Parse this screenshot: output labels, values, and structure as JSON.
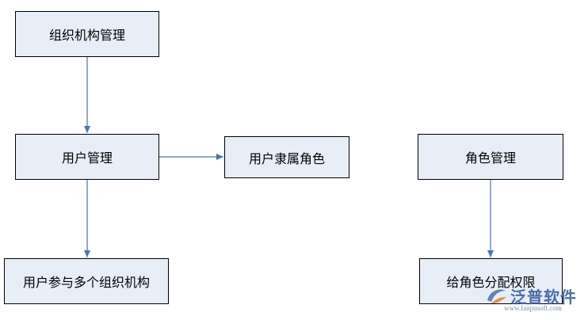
{
  "diagram": {
    "nodes": {
      "org_mgmt": "组织机构管理",
      "user_mgmt": "用户管理",
      "user_role": "用户隶属角色",
      "role_mgmt": "角色管理",
      "user_multi_org": "用户参与多个组织机构",
      "assign_perm": "给角色分配权限"
    },
    "edges": [
      {
        "from": "org_mgmt",
        "to": "user_mgmt"
      },
      {
        "from": "user_mgmt",
        "to": "user_role"
      },
      {
        "from": "user_mgmt",
        "to": "user_multi_org"
      },
      {
        "from": "role_mgmt",
        "to": "assign_perm"
      }
    ],
    "colors": {
      "node_fill": "#e8eef8",
      "node_border": "#000000",
      "arrow": "#4a72b8"
    }
  },
  "watermark": {
    "brand": "泛普软件",
    "url": "www.fanpusoft.com"
  }
}
